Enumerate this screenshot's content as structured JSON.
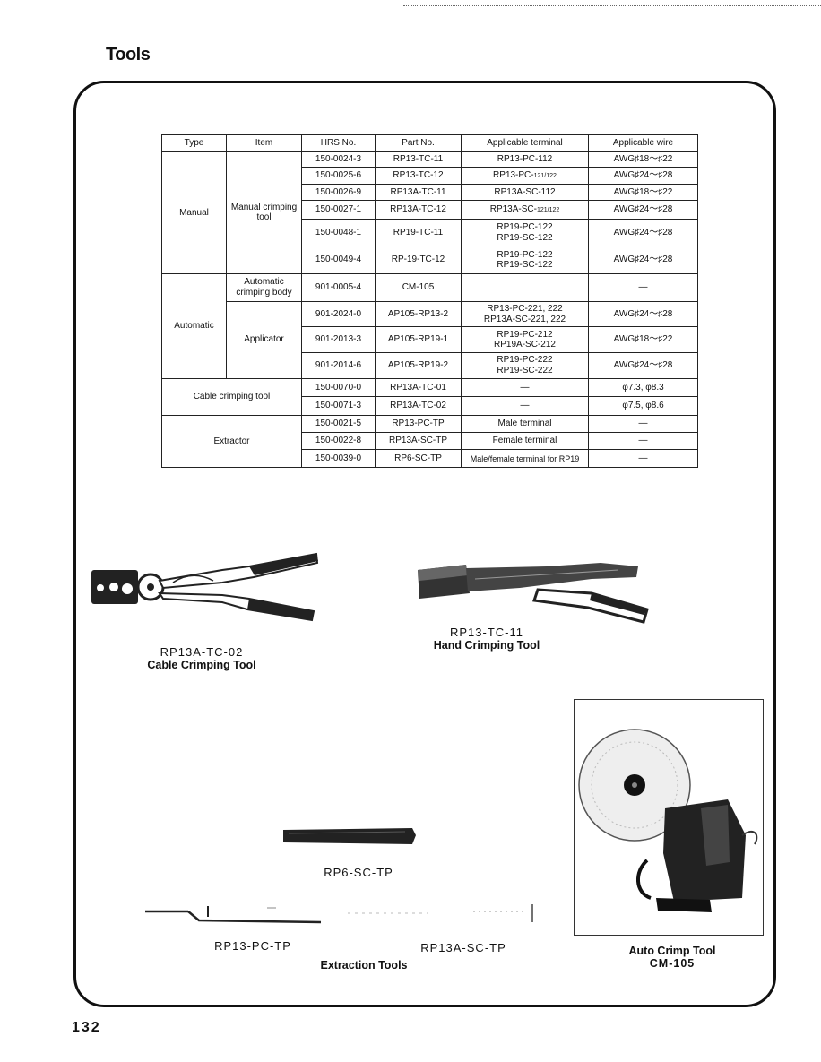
{
  "page": {
    "title": "Tools",
    "page_number": "132"
  },
  "table": {
    "headers": [
      "Type",
      "Item",
      "HRS No.",
      "Part No.",
      "Applicable terminal",
      "Applicable wire"
    ],
    "groups": {
      "manual": "Manual",
      "manual_item": "Manual crimping tool",
      "automatic": "Automatic",
      "auto_body": "Automatic crimping body",
      "applicator": "Applicator",
      "cable_crimping_tool": "Cable crimping tool",
      "extractor": "Extractor"
    },
    "rows": [
      {
        "hrs": "150-0024-3",
        "part": "RP13-TC-11",
        "terminal": "RP13-PC-112",
        "wire": "AWG♯18～♯22"
      },
      {
        "hrs": "150-0025-6",
        "part": "RP13-TC-12",
        "terminal": "RP13-PC-",
        "terminal_sup": "121/122",
        "wire": "AWG♯24～♯28"
      },
      {
        "hrs": "150-0026-9",
        "part": "RP13A-TC-11",
        "terminal": "RP13A-SC-112",
        "wire": "AWG♯18～♯22"
      },
      {
        "hrs": "150-0027-1",
        "part": "RP13A-TC-12",
        "terminal": "RP13A-SC-",
        "terminal_sup": "121/122",
        "wire": "AWG♯24～♯28"
      },
      {
        "hrs": "150-0048-1",
        "part": "RP19-TC-11",
        "terminal": "RP19-PC-122",
        "terminal2": "RP19-SC-122",
        "wire": "AWG♯24～♯28"
      },
      {
        "hrs": "150-0049-4",
        "part": "RP-19-TC-12",
        "terminal": "RP19-PC-122",
        "terminal2": "RP19-SC-122",
        "wire": "AWG♯24～♯28"
      },
      {
        "hrs": "901-0005-4",
        "part": "CM-105",
        "terminal": "",
        "wire": "—"
      },
      {
        "hrs": "901-2024-0",
        "part": "AP105-RP13-2",
        "terminal": "RP13-PC-221, 222",
        "terminal2": "RP13A-SC-221, 222",
        "wire": "AWG♯24～♯28"
      },
      {
        "hrs": "901-2013-3",
        "part": "AP105-RP19-1",
        "terminal": "RP19-PC-212",
        "terminal2": "RP19A-SC-212",
        "wire": "AWG♯18～♯22"
      },
      {
        "hrs": "901-2014-6",
        "part": "AP105-RP19-2",
        "terminal": "RP19-PC-222",
        "terminal2": "RP19-SC-222",
        "wire": "AWG♯24～♯28"
      },
      {
        "hrs": "150-0070-0",
        "part": "RP13A-TC-01",
        "terminal": "—",
        "wire": "φ7.3, φ8.3"
      },
      {
        "hrs": "150-0071-3",
        "part": "RP13A-TC-02",
        "terminal": "—",
        "wire": "φ7.5, φ8.6"
      },
      {
        "hrs": "150-0021-5",
        "part": "RP13-PC-TP",
        "terminal": "Male terminal",
        "wire": "—"
      },
      {
        "hrs": "150-0022-8",
        "part": "RP13A-SC-TP",
        "terminal": "Female terminal",
        "wire": "—"
      },
      {
        "hrs": "150-0039-0",
        "part": "RP6-SC-TP",
        "terminal": "Male/female terminal for RP19",
        "wire": "—"
      }
    ]
  },
  "figures": {
    "cable_crimping": {
      "part": "RP13A-TC-02",
      "name": "Cable Crimping Tool"
    },
    "hand_crimping": {
      "part": "RP13-TC-11",
      "name": "Hand Crimping Tool"
    },
    "rp6": {
      "part": "RP6-SC-TP"
    },
    "rp13pc": {
      "part": "RP13-PC-TP"
    },
    "rp13asc": {
      "part": "RP13A-SC-TP"
    },
    "extraction": {
      "name": "Extraction Tools"
    },
    "auto_crimp": {
      "name": "Auto Crimp Tool",
      "part": "CM-105"
    }
  }
}
